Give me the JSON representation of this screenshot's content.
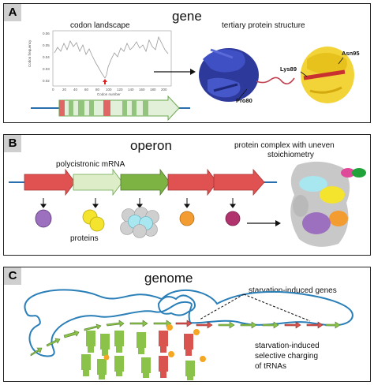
{
  "panel_a": {
    "label": "A",
    "title": "gene",
    "codon_landscape_label": "codon landscape",
    "tertiary_label": "tertiary protein structure",
    "y_axis_label": "Codon frequency",
    "x_axis_label": "Codon number",
    "y_ticks": [
      "0.06",
      "0.05",
      "0.04",
      "0.03",
      "0.02"
    ],
    "x_ticks": [
      "0",
      "20",
      "40",
      "60",
      "80",
      "100",
      "120",
      "140",
      "160",
      "180",
      "200"
    ],
    "residue_pro": "Pro80",
    "residue_lys": "Lys89",
    "residue_asn": "Asn95",
    "colors": {
      "gene_green": "#93c47d",
      "gene_red": "#e06666",
      "gene_light": "#e2efd9",
      "blue_protein": "#2e3a9b",
      "yellow_protein": "#f2d438"
    }
  },
  "panel_b": {
    "label": "B",
    "title": "operon",
    "mrna_label": "polycistronic mRNA",
    "proteins_label": "proteins",
    "complex_label_line1": "protein complex with uneven",
    "complex_label_line2": "stoichiometry",
    "colors": {
      "red_arrow": "#e05252",
      "green_arrow": "#7cb342",
      "light_arrow": "#dcedc8",
      "purple": "#9c6fbf",
      "yellow": "#f5e42d",
      "cyan": "#a8e6f0",
      "gray": "#cfcfcf",
      "orange": "#f39c32",
      "magenta": "#b0336d"
    }
  },
  "panel_c": {
    "label": "C",
    "title": "genome",
    "starvation_genes_label": "starvation-induced genes",
    "trna_label_line1": "starvation-induced",
    "trna_label_line2": "selective charging",
    "trna_label_line3": "of tRNAs",
    "colors": {
      "dna_blue": "#2a7fb8",
      "green_trna": "#8bc34a",
      "red_trna": "#d9534f",
      "orange_ball": "#f5a623"
    }
  }
}
